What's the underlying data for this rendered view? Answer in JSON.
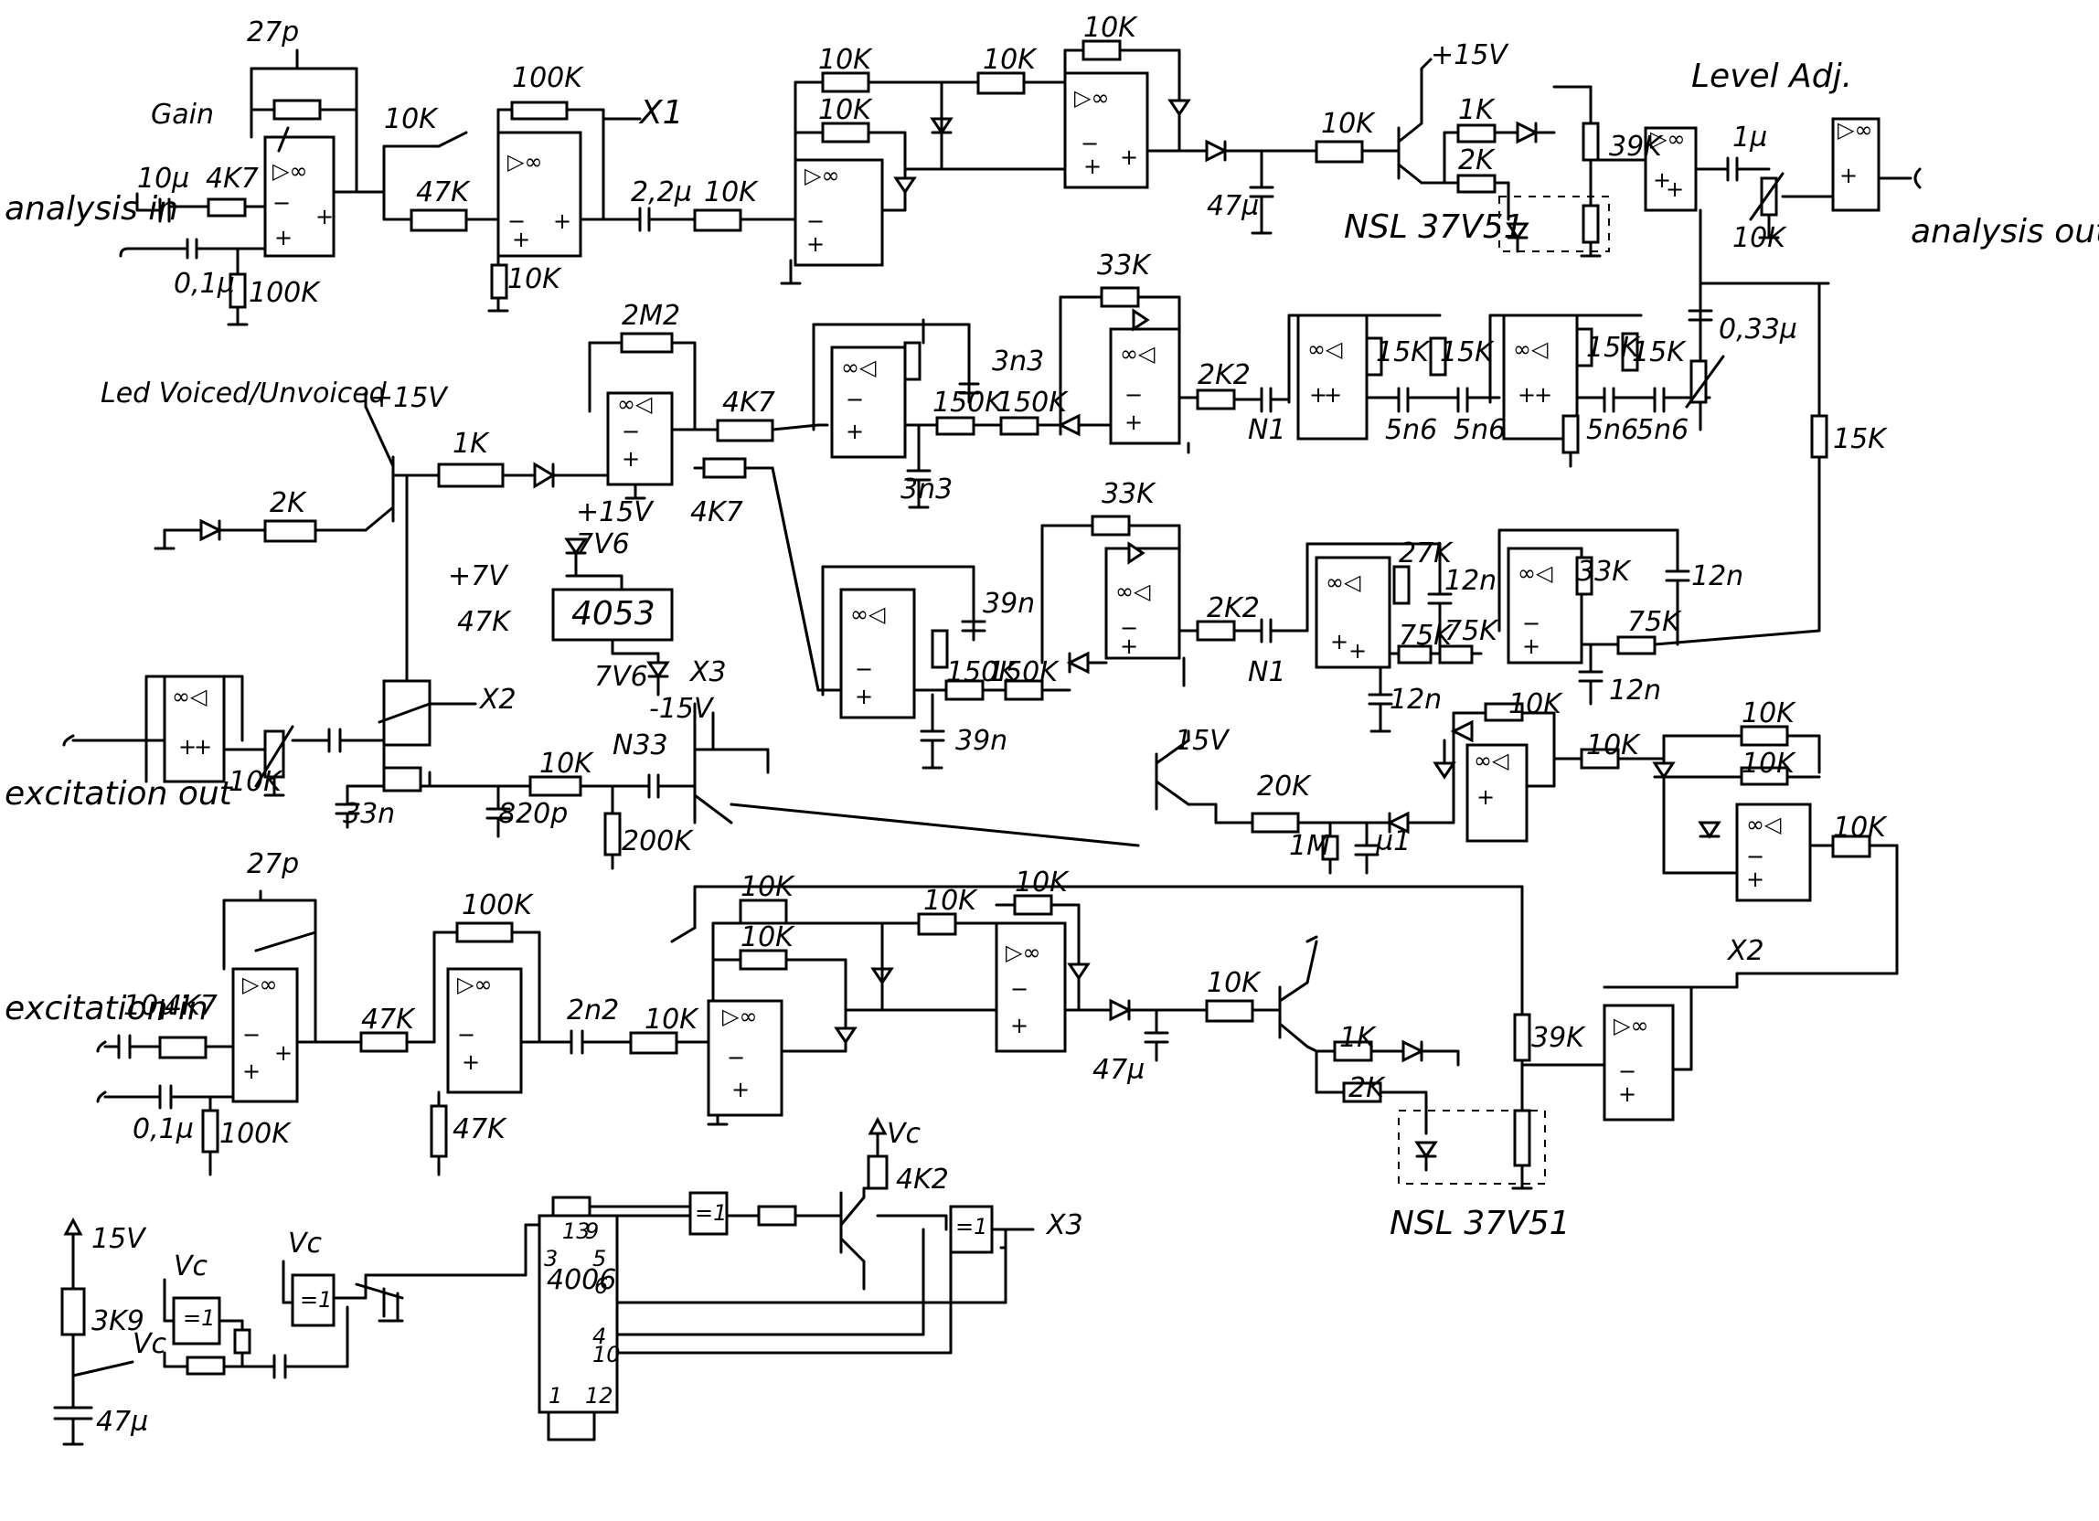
{
  "labels": {
    "analysis_in": "analysis in",
    "analysis_out": "analysis out",
    "excitation_out": "excitation out",
    "excitation_in": "excitation in",
    "level_adj": "Level Adj.",
    "led_voiced": "Led Voiced/Unvoiced",
    "gain": "Gain",
    "nsl_1": "NSL 37V51",
    "nsl_2": "NSL 37V51",
    "x1": "X1",
    "x2_a": "X2",
    "x2_b": "X2",
    "x3_a": "X3",
    "x3_b": "X3",
    "ic_4053": "4053",
    "ic_4006": "4006"
  },
  "components": [
    {
      "id": "c1",
      "text": "27p"
    },
    {
      "id": "c2",
      "text": "10µ"
    },
    {
      "id": "r1",
      "text": "4K7"
    },
    {
      "id": "c3",
      "text": "0,1µ"
    },
    {
      "id": "r2",
      "text": "100K"
    },
    {
      "id": "r3",
      "text": "10K"
    },
    {
      "id": "r4",
      "text": "47K"
    },
    {
      "id": "r5",
      "text": "100K"
    },
    {
      "id": "r6",
      "text": "10K"
    },
    {
      "id": "c4",
      "text": "2,2µ"
    },
    {
      "id": "r7",
      "text": "10K"
    },
    {
      "id": "r8",
      "text": "10K"
    },
    {
      "id": "r9",
      "text": "10K"
    },
    {
      "id": "r10",
      "text": "10K"
    },
    {
      "id": "r11",
      "text": "10K"
    },
    {
      "id": "c5",
      "text": "47µ"
    },
    {
      "id": "r12",
      "text": "10K"
    },
    {
      "id": "v1",
      "text": "+15V"
    },
    {
      "id": "r13",
      "text": "1K"
    },
    {
      "id": "r14",
      "text": "2K"
    },
    {
      "id": "r15",
      "text": "39K"
    },
    {
      "id": "c6",
      "text": "1µ"
    },
    {
      "id": "r16",
      "text": "10K"
    },
    {
      "id": "r17",
      "text": "2M2"
    },
    {
      "id": "r18",
      "text": "4K7"
    },
    {
      "id": "r19",
      "text": "4K7"
    },
    {
      "id": "r20",
      "text": "1K"
    },
    {
      "id": "r21",
      "text": "2K"
    },
    {
      "id": "v2",
      "text": "+15V"
    },
    {
      "id": "v3",
      "text": "+15V"
    },
    {
      "id": "z1",
      "text": "7V6"
    },
    {
      "id": "z2",
      "text": "7V6"
    },
    {
      "id": "v4",
      "text": "-15V"
    },
    {
      "id": "v5",
      "text": "+7V"
    },
    {
      "id": "r22",
      "text": "47K"
    },
    {
      "id": "c7",
      "text": "3n3"
    },
    {
      "id": "c8",
      "text": "3n3"
    },
    {
      "id": "r23",
      "text": "150K"
    },
    {
      "id": "r24",
      "text": "150K"
    },
    {
      "id": "r25",
      "text": "33K"
    },
    {
      "id": "r26",
      "text": "2K2"
    },
    {
      "id": "c9",
      "text": "N1"
    },
    {
      "id": "r27",
      "text": "15K"
    },
    {
      "id": "r28",
      "text": "15K"
    },
    {
      "id": "c10",
      "text": "5n6"
    },
    {
      "id": "c11",
      "text": "5n6"
    },
    {
      "id": "r29",
      "text": "15K"
    },
    {
      "id": "r30",
      "text": "15K"
    },
    {
      "id": "c12",
      "text": "5n6"
    },
    {
      "id": "c13",
      "text": "5n6"
    },
    {
      "id": "c14",
      "text": "0,33µ"
    },
    {
      "id": "r31",
      "text": "15K"
    },
    {
      "id": "r32",
      "text": "33K"
    },
    {
      "id": "c15",
      "text": "39n"
    },
    {
      "id": "c16",
      "text": "39n"
    },
    {
      "id": "r33",
      "text": "150K"
    },
    {
      "id": "r34",
      "text": "150K"
    },
    {
      "id": "r35",
      "text": "2K2"
    },
    {
      "id": "c17",
      "text": "N1"
    },
    {
      "id": "r36",
      "text": "27K"
    },
    {
      "id": "c18",
      "text": "12n"
    },
    {
      "id": "r37",
      "text": "75K"
    },
    {
      "id": "r38",
      "text": "75K"
    },
    {
      "id": "c19",
      "text": "12n"
    },
    {
      "id": "r39",
      "text": "33K"
    },
    {
      "id": "c20",
      "text": "12n"
    },
    {
      "id": "r40",
      "text": "75K"
    },
    {
      "id": "c21",
      "text": "12n"
    },
    {
      "id": "r41",
      "text": "10K"
    },
    {
      "id": "c22",
      "text": "33n"
    },
    {
      "id": "c23",
      "text": "820p"
    },
    {
      "id": "r42",
      "text": "10K"
    },
    {
      "id": "c24",
      "text": "N33"
    },
    {
      "id": "r43",
      "text": "200K"
    },
    {
      "id": "v6",
      "text": "15V"
    },
    {
      "id": "r44",
      "text": "20K"
    },
    {
      "id": "r45",
      "text": "1M"
    },
    {
      "id": "c25",
      "text": "µ1"
    },
    {
      "id": "r46",
      "text": "10K"
    },
    {
      "id": "r47",
      "text": "10K"
    },
    {
      "id": "r48",
      "text": "10K"
    },
    {
      "id": "r49",
      "text": "10K"
    },
    {
      "id": "r50",
      "text": "10K"
    },
    {
      "id": "c26",
      "text": "27p"
    },
    {
      "id": "c27",
      "text": "10µ"
    },
    {
      "id": "r51",
      "text": "4K7"
    },
    {
      "id": "c28",
      "text": "0,1µ"
    },
    {
      "id": "r52",
      "text": "100K"
    },
    {
      "id": "r53",
      "text": "47K"
    },
    {
      "id": "r54",
      "text": "100K"
    },
    {
      "id": "r55",
      "text": "47K"
    },
    {
      "id": "c29",
      "text": "2n2"
    },
    {
      "id": "r56",
      "text": "10K"
    },
    {
      "id": "r57",
      "text": "10K"
    },
    {
      "id": "r58",
      "text": "10K"
    },
    {
      "id": "r59",
      "text": "10K"
    },
    {
      "id": "r60",
      "text": "10K"
    },
    {
      "id": "c30",
      "text": "47µ"
    },
    {
      "id": "r61",
      "text": "10K"
    },
    {
      "id": "r62",
      "text": "1K"
    },
    {
      "id": "r63",
      "text": "2K"
    },
    {
      "id": "r64",
      "text": "39K"
    },
    {
      "id": "v7",
      "text": "15V"
    },
    {
      "id": "r65",
      "text": "3K9"
    },
    {
      "id": "vc1",
      "text": "Vc"
    },
    {
      "id": "c31",
      "text": "47µ"
    },
    {
      "id": "vc2",
      "text": "Vc"
    },
    {
      "id": "vc3",
      "text": "Vc"
    },
    {
      "id": "vc4",
      "text": "Vc"
    },
    {
      "id": "r66",
      "text": "4K2"
    }
  ],
  "pins_4006": [
    "13",
    "9",
    "3",
    "5",
    "6",
    "4",
    "10",
    "1",
    "12"
  ]
}
